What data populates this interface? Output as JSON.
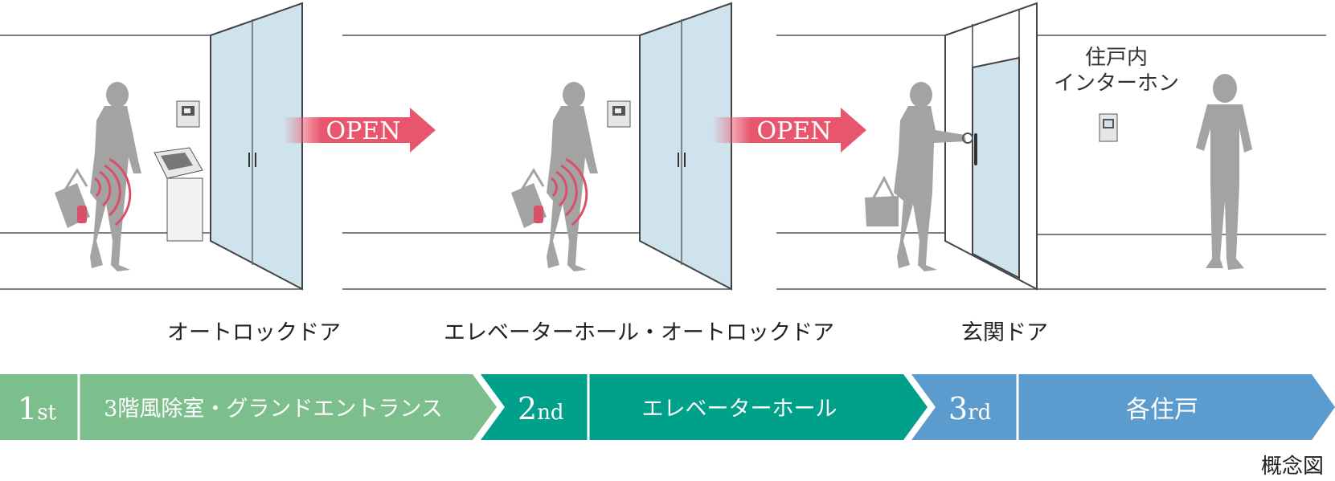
{
  "open_label": "OPEN",
  "captions": {
    "auto_lock_door": "オートロックドア",
    "elevator_hall_auto_lock": "エレベーターホール・オートロックドア",
    "entrance_door": "玄関ドア"
  },
  "intercom": {
    "line1": "住戸内",
    "line2": "インターホン"
  },
  "stages": [
    {
      "num": "1",
      "suffix": "st",
      "label": "3階風除室・グランドエントランス",
      "color": "#7dbf8c"
    },
    {
      "num": "2",
      "suffix": "nd",
      "label": "エレベーターホール",
      "color": "#00a08a"
    },
    {
      "num": "3",
      "suffix": "rd",
      "label": "各住戸",
      "color": "#5b9bce"
    }
  ],
  "note": "概念図",
  "colors": {
    "glass": "#cfe3ee",
    "open_arrow": "#e8566e",
    "silhouette": "#a3a3a3",
    "signal": "#d9506a"
  }
}
